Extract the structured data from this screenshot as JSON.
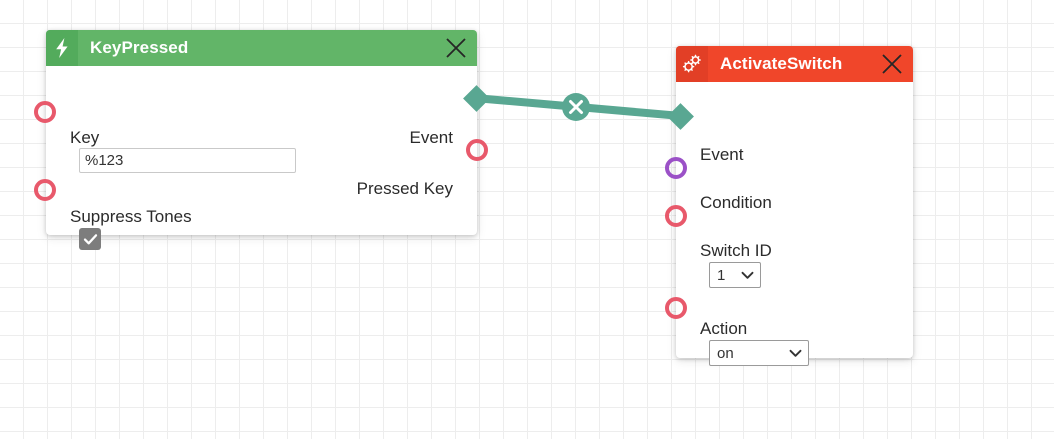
{
  "canvas": {
    "background_color": "#ffffff",
    "grid_color": "#ededed",
    "grid_size": 24
  },
  "nodes": [
    {
      "id": "keypressed",
      "title": "KeyPressed",
      "icon": "lightning-bolt-icon",
      "header_color": "#62b568",
      "header_icon_color": "#53ab5c",
      "close_label": "×",
      "inputs": [
        {
          "name": "Key",
          "port_shape": "circle",
          "port_color": "#e8596b"
        },
        {
          "name": "Suppress Tones",
          "port_shape": "circle",
          "port_color": "#e8596b"
        }
      ],
      "outputs": [
        {
          "name": "Event",
          "port_shape": "diamond",
          "port_color": "#59a792"
        },
        {
          "name": "Pressed Key",
          "port_shape": "circle",
          "port_color": "#e8596b"
        }
      ],
      "fields": {
        "key_value": "%123",
        "key_placeholder": "",
        "suppress_tones_checked": true,
        "checkmark": "✔"
      }
    },
    {
      "id": "activateswitch",
      "title": "ActivateSwitch",
      "icon": "gears-icon",
      "header_color": "#f0462a",
      "header_icon_color": "#e23f26",
      "close_label": "×",
      "inputs": [
        {
          "name": "Event",
          "port_shape": "diamond",
          "port_color": "#59a792"
        },
        {
          "name": "Condition",
          "port_shape": "circle",
          "port_color": "#9b51c7"
        },
        {
          "name": "Switch ID",
          "port_shape": "circle",
          "port_color": "#e8596b"
        },
        {
          "name": "Action",
          "port_shape": "circle",
          "port_color": "#e8596b"
        }
      ],
      "outputs": [],
      "fields": {
        "switch_id_value": "1",
        "switch_id_options": [
          "1"
        ],
        "action_value": "on",
        "action_options": [
          "on"
        ]
      }
    }
  ],
  "connection": {
    "from_node": "keypressed",
    "from_port": "Event",
    "to_node": "activateswitch",
    "to_port": "Event",
    "color": "#59a792",
    "delete_icon": "close-icon",
    "delete_label": "×"
  }
}
